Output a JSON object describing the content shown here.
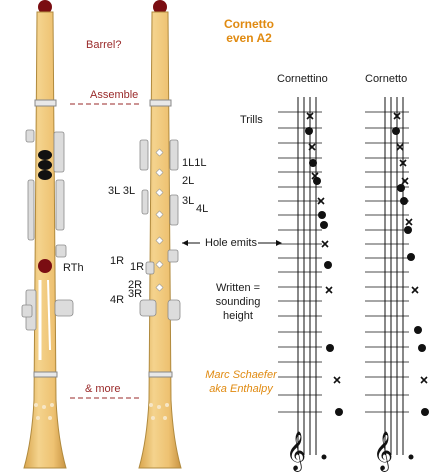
{
  "title": {
    "line1": "Cornetto",
    "line2": "even A2"
  },
  "labels": {
    "barrel": "Barrel?",
    "assemble": "Assemble",
    "and_more": "& more",
    "rth": "RTh",
    "hole_1l_1l": "1L1L",
    "hole_2l": "2L",
    "hole_3l_3l": "3L 3L",
    "hole_3l": "3L",
    "hole_4l": "4L",
    "hole_1r_1r_a": "1R",
    "hole_1r_1r_b": "1R",
    "hole_2r": "2R",
    "hole_4r": "4R",
    "hole_3r": "3R",
    "hole_emits": "Hole emits",
    "written_line1": "Written =",
    "written_line2": "sounding",
    "written_line3": "height",
    "author_line1": "Marc Schaefer",
    "author_line2": "aka Enthalpy",
    "trills": "Trills"
  },
  "charts": [
    {
      "name": "Cornettino"
    },
    {
      "name": "Cornetto"
    }
  ],
  "colors": {
    "instrument_body": "#ecc06b",
    "instrument_outline": "#b08a3e",
    "metal_keys": "#d9d9d9",
    "accent_red": "#9a2a2a",
    "accent_orange": "#e08a10",
    "ink": "#111111"
  },
  "icons": [
    "treble-clef-icon",
    "trill-cross-icon",
    "left-arrow-icon",
    "right-arrow-icon"
  ]
}
